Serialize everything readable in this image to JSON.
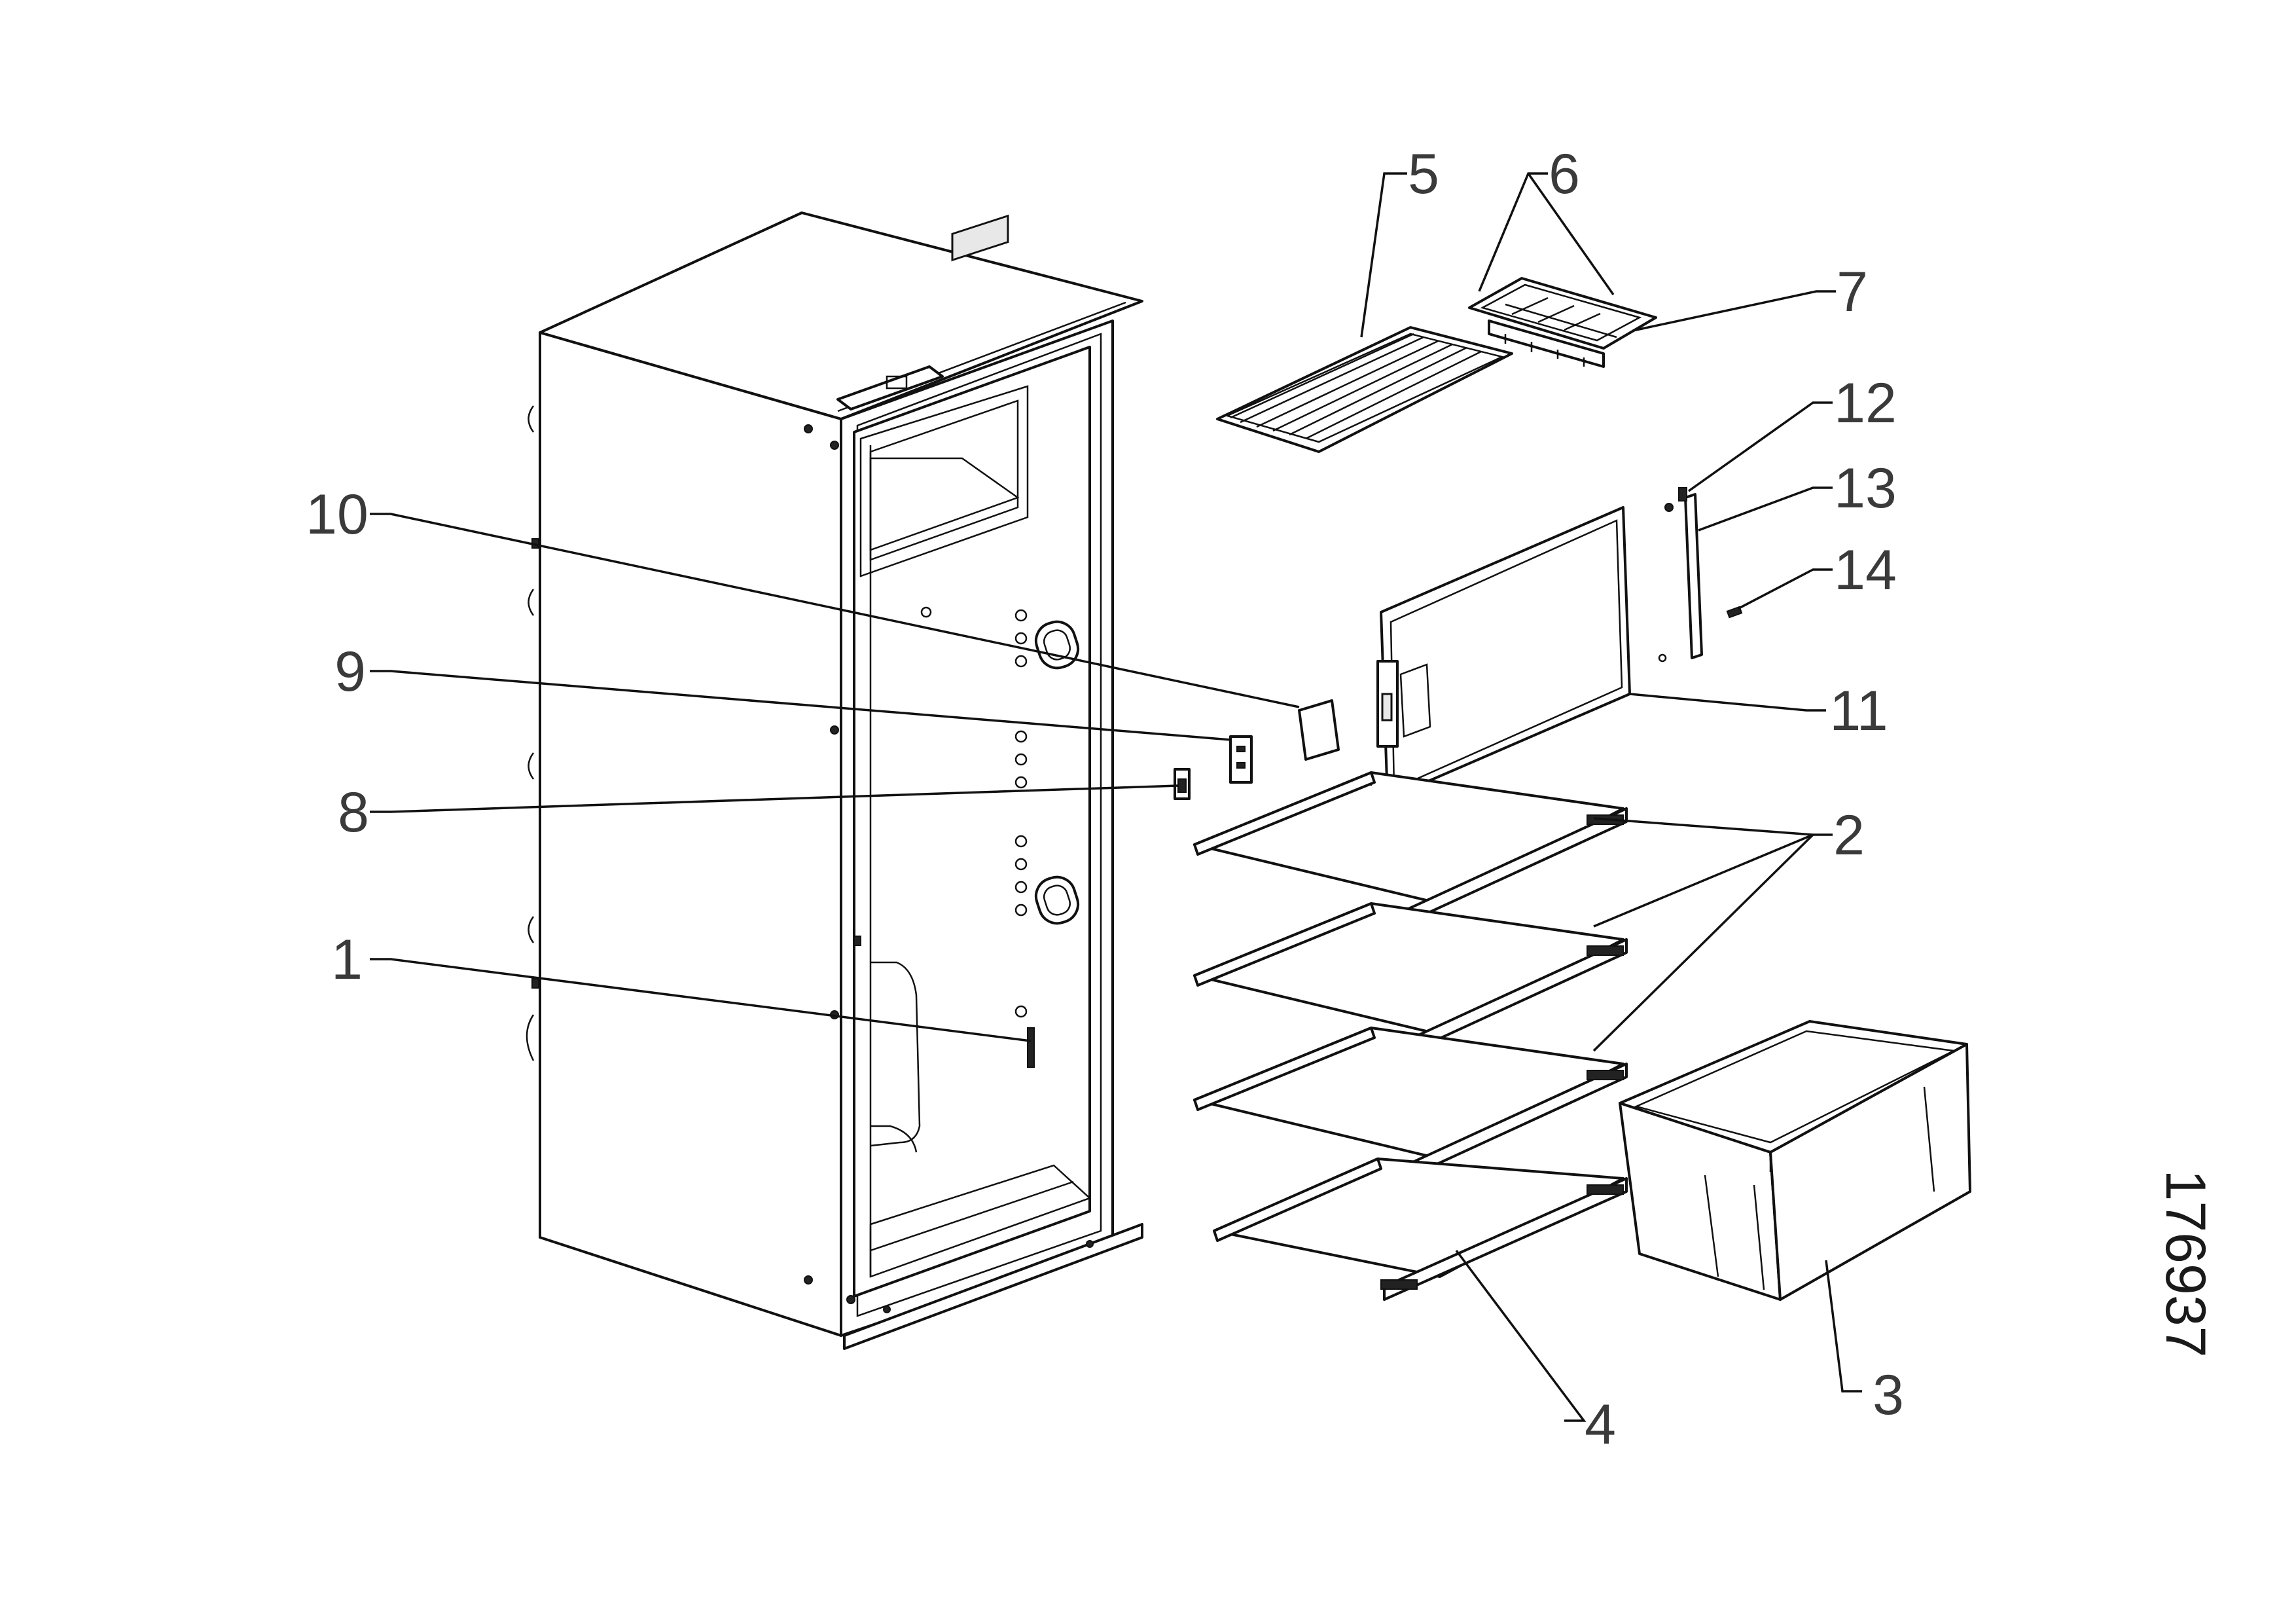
{
  "callouts": [
    {
      "id": "1",
      "text": "1"
    },
    {
      "id": "2",
      "text": "2"
    },
    {
      "id": "3",
      "text": "3"
    },
    {
      "id": "4",
      "text": "4"
    },
    {
      "id": "5",
      "text": "5"
    },
    {
      "id": "6",
      "text": "6"
    },
    {
      "id": "7",
      "text": "7"
    },
    {
      "id": "8",
      "text": "8"
    },
    {
      "id": "9",
      "text": "9"
    },
    {
      "id": "10",
      "text": "10"
    },
    {
      "id": "11",
      "text": "11"
    },
    {
      "id": "12",
      "text": "12"
    },
    {
      "id": "13",
      "text": "13"
    },
    {
      "id": "14",
      "text": "14"
    }
  ],
  "drawing_number": "176937"
}
